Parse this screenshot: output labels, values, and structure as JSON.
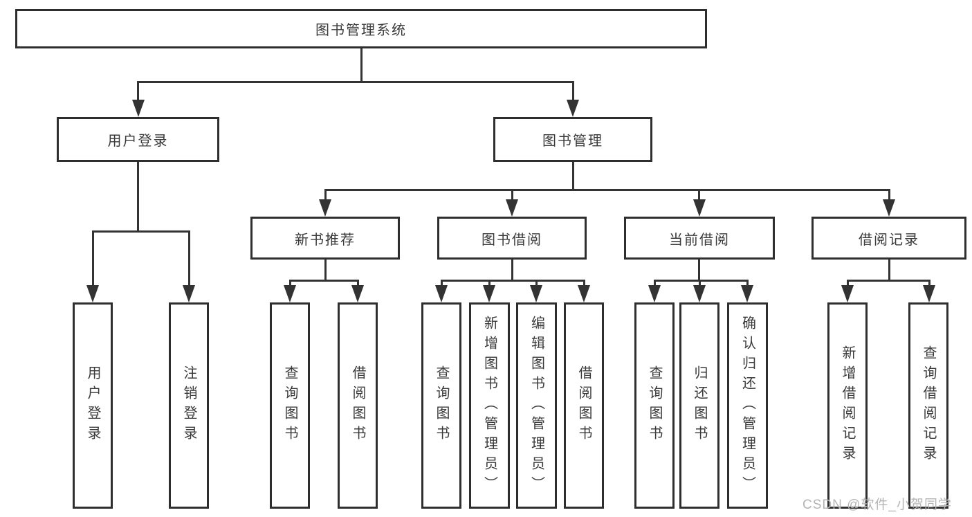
{
  "diagram_type": "tree",
  "tree": {
    "root": {
      "label": "图书管理系统"
    },
    "login": {
      "label": "用户登录",
      "children": [
        "用户登录",
        "注销登录"
      ]
    },
    "manage": {
      "label": "图书管理",
      "sections": [
        {
          "label": "新书推荐",
          "children": [
            "查询图书",
            "借阅图书"
          ]
        },
        {
          "label": "图书借阅",
          "children": [
            "查询图书",
            "新增图书（管理员）",
            "编辑图书（管理员）",
            "借阅图书"
          ]
        },
        {
          "label": "当前借阅",
          "children": [
            "查询图书",
            "归还图书",
            "确认归还（管理员）"
          ]
        },
        {
          "label": "借阅记录",
          "children": [
            "新增借阅记录",
            "查询借阅记录"
          ]
        }
      ]
    }
  },
  "watermark": {
    "text": "CSDN @软件_小贺同学"
  },
  "colors": {
    "background": "#ffffff",
    "line": "#333333",
    "box_border": "#2e2e2e",
    "text": "#3a3a3a",
    "watermark": "#b5b5b5"
  }
}
